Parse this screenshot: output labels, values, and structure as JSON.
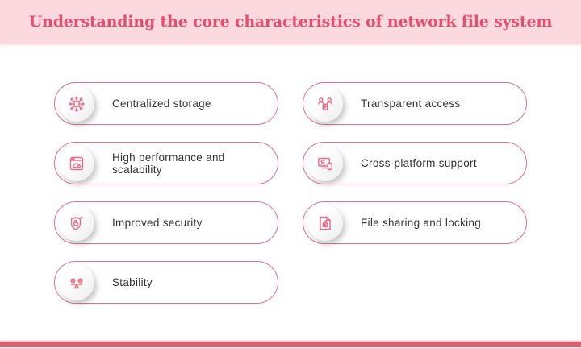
{
  "header": {
    "title": "Understanding the core characteristics of network file system"
  },
  "items": [
    {
      "label": "Centralized storage",
      "icon": "centralized-storage-icon",
      "column": "left"
    },
    {
      "label": "High performance and scalability",
      "icon": "performance-gauge-icon",
      "column": "left"
    },
    {
      "label": "Improved security",
      "icon": "security-shield-lock-icon",
      "column": "left"
    },
    {
      "label": "Stability",
      "icon": "stability-balance-icon",
      "column": "left"
    },
    {
      "label": "Transparent access",
      "icon": "transparent-access-icon",
      "column": "right"
    },
    {
      "label": "Cross-platform support",
      "icon": "cross-platform-icon",
      "column": "right"
    },
    {
      "label": "File sharing and locking",
      "icon": "file-lock-icon",
      "column": "right"
    }
  ],
  "colors": {
    "header_band": "#fcd8df",
    "title_text": "#e64e6e",
    "pill_border": "#dd7089",
    "icon_stroke": "#e56b86",
    "label_text": "#333333",
    "bottom_bar": "#d95f73",
    "background": "#ffffff"
  }
}
